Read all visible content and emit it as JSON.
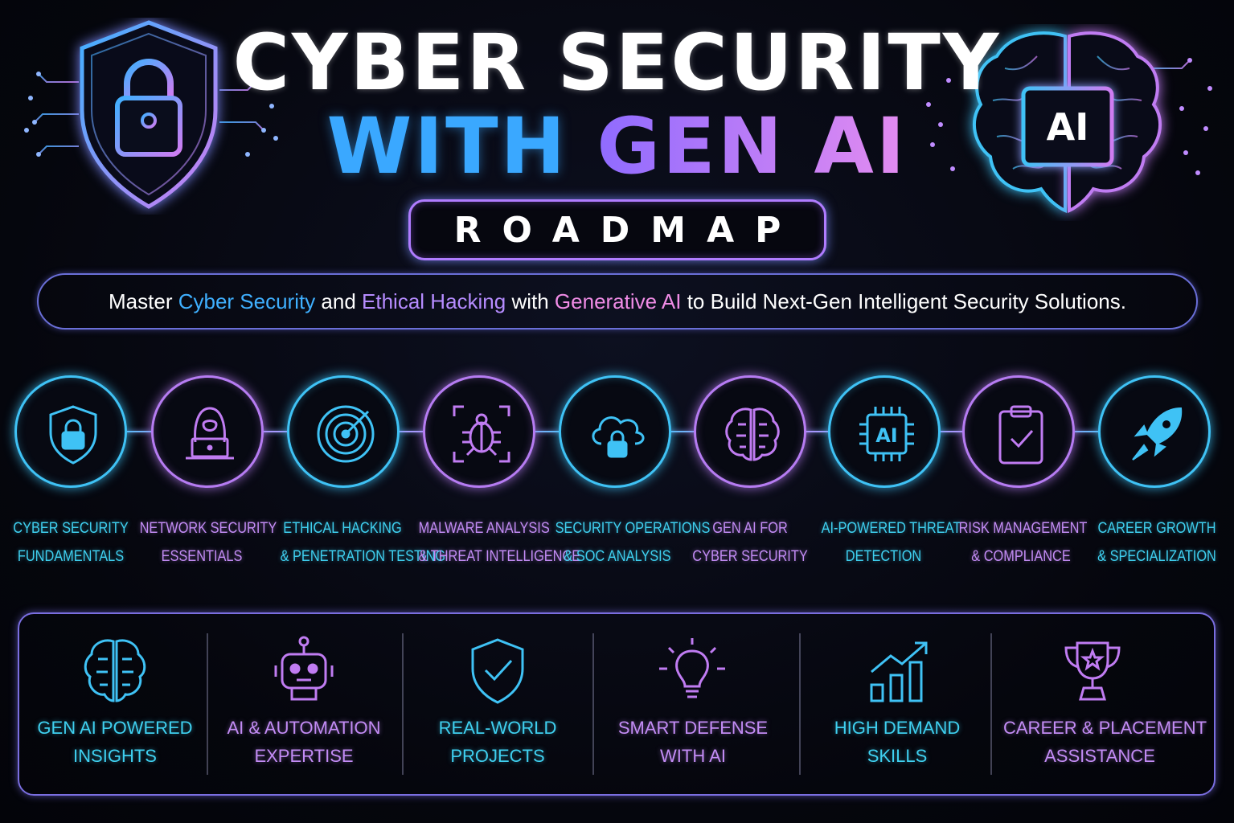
{
  "header": {
    "title_line1": "CYBER SECURITY",
    "title_line2_a": "WITH ",
    "title_line2_b": "GEN AI",
    "badge": "ROADMAP",
    "ai_chip_text": "AI"
  },
  "tagline": {
    "part1": "Master ",
    "hl1": "Cyber Security",
    "part2": " and ",
    "hl2": "Ethical Hacking",
    "part3": " with ",
    "hl3": "Generative AI",
    "part4": " to Build Next-Gen Intelligent Security Solutions."
  },
  "steps": [
    {
      "icon": "shield-lock-icon",
      "line1": "CYBER SECURITY",
      "line2": "FUNDAMENTALS"
    },
    {
      "icon": "hacker-laptop-icon",
      "line1": "NETWORK SECURITY",
      "line2": "ESSENTIALS"
    },
    {
      "icon": "target-icon",
      "line1": "ETHICAL HACKING",
      "line2": "& PENETRATION TESTING"
    },
    {
      "icon": "bug-scan-icon",
      "line1": "MALWARE ANALYSIS",
      "line2": "& THREAT INTELLIGENCE"
    },
    {
      "icon": "cloud-lock-icon",
      "line1": "SECURITY OPERATIONS",
      "line2": "& SOC ANALYSIS"
    },
    {
      "icon": "brain-circuit-icon",
      "line1": "GEN AI FOR",
      "line2": "CYBER SECURITY"
    },
    {
      "icon": "ai-chip-icon",
      "line1": "AI-POWERED THREAT",
      "line2": "DETECTION",
      "chip": "AI"
    },
    {
      "icon": "clipboard-check-icon",
      "line1": "RISK MANAGEMENT",
      "line2": "& COMPLIANCE"
    },
    {
      "icon": "rocket-icon",
      "line1": "CAREER GROWTH",
      "line2": "& SPECIALIZATION"
    }
  ],
  "features": [
    {
      "icon": "brain-circuit-icon",
      "line1": "GEN AI POWERED",
      "line2": "INSIGHTS"
    },
    {
      "icon": "robot-icon",
      "line1": "AI & AUTOMATION",
      "line2": "EXPERTISE"
    },
    {
      "icon": "shield-check-icon",
      "line1": "REAL-WORLD",
      "line2": "PROJECTS"
    },
    {
      "icon": "lightbulb-icon",
      "line1": "SMART DEFENSE",
      "line2": "WITH AI"
    },
    {
      "icon": "growth-chart-icon",
      "line1": "HIGH DEMAND",
      "line2": "SKILLS"
    },
    {
      "icon": "trophy-icon",
      "line1": "CAREER & PLACEMENT",
      "line2": "ASSISTANCE"
    }
  ],
  "colors": {
    "cyan": "#3fc2f5",
    "purple": "#b67cf2",
    "pink": "#f08ce6",
    "background": "#05060d"
  }
}
